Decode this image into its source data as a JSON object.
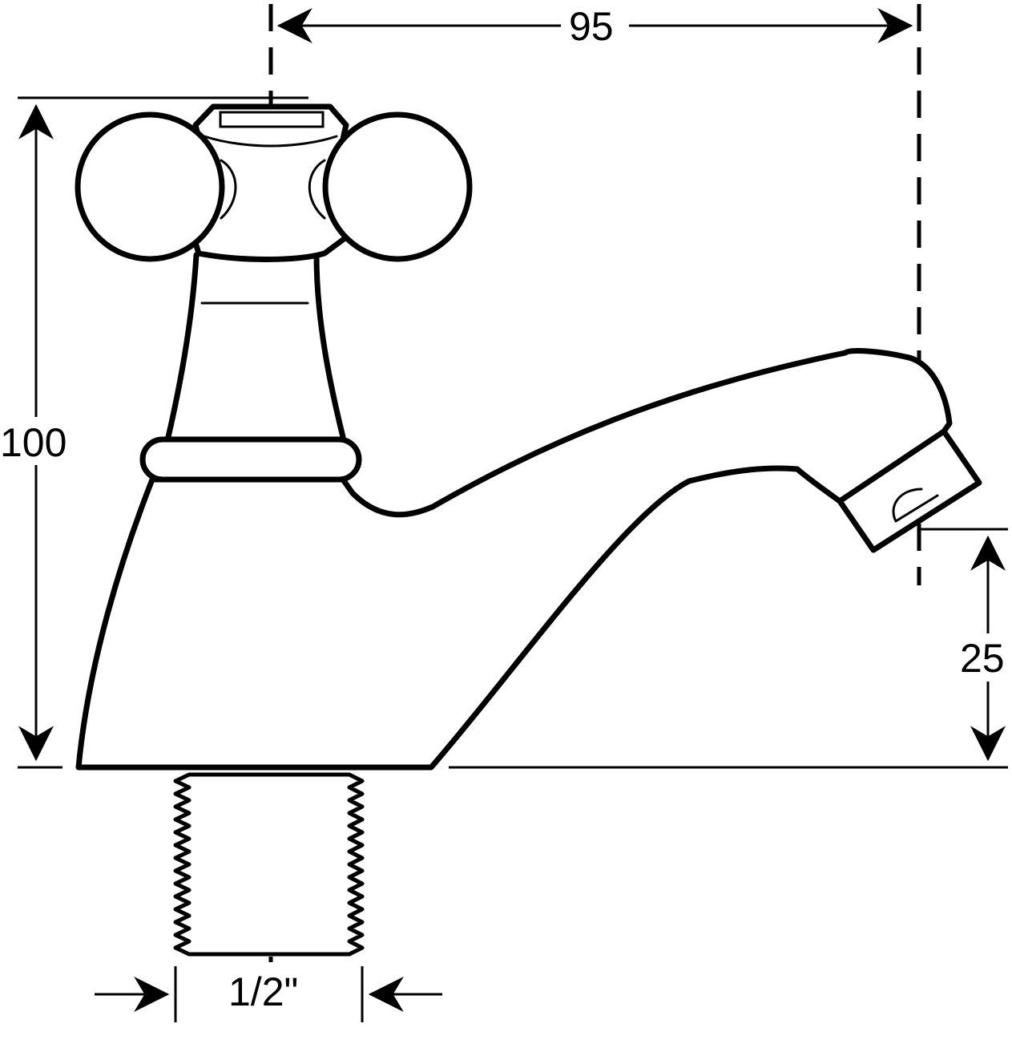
{
  "dimensions": {
    "overall_width": "95",
    "overall_height": "100",
    "spout_height": "25",
    "thread_size": "1/2ʺ"
  },
  "colors": {
    "line": "#000000",
    "background": "#ffffff"
  }
}
